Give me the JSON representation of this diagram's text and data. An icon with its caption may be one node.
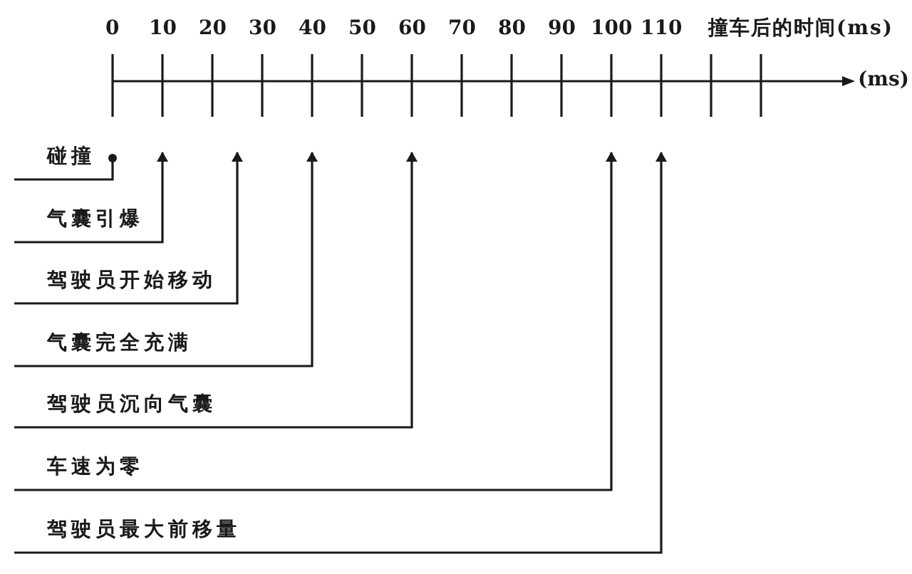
{
  "diagram": {
    "nodes": [
      {
        "text": [
          "碰撞"
        ]
      },
      {
        "text": [
          "气囊引爆"
        ]
      },
      {
        "text": [
          "驾驶员开始移动"
        ]
      },
      {
        "text": [
          "气囊完全充满"
        ]
      },
      {
        "text": [
          "驾驶员沉向气囊"
        ]
      },
      {
        "text": [
          "车速为零"
        ]
      },
      {
        "text": [
          "驾驶员最大前移量"
        ]
      }
    ],
    "edges": [
      {
        "from": 0,
        "to": null,
        "arrow": "other"
      },
      {
        "from": 1,
        "to": null,
        "arrow": "to"
      },
      {
        "from": 2,
        "to": null,
        "arrow": "to"
      },
      {
        "from": 3,
        "to": null,
        "arrow": "to"
      },
      {
        "from": 4,
        "to": null,
        "arrow": "to"
      },
      {
        "from": 5,
        "to": null,
        "arrow": "to"
      },
      {
        "from": 6,
        "to": null,
        "arrow": "to"
      }
    ],
    "labels": [
      "0",
      "10",
      "20",
      "30",
      "40",
      "50",
      "60",
      "70",
      "80",
      "90",
      "100",
      "110",
      "撞车后的时间(ms)",
      "(ms)"
    ]
  }
}
